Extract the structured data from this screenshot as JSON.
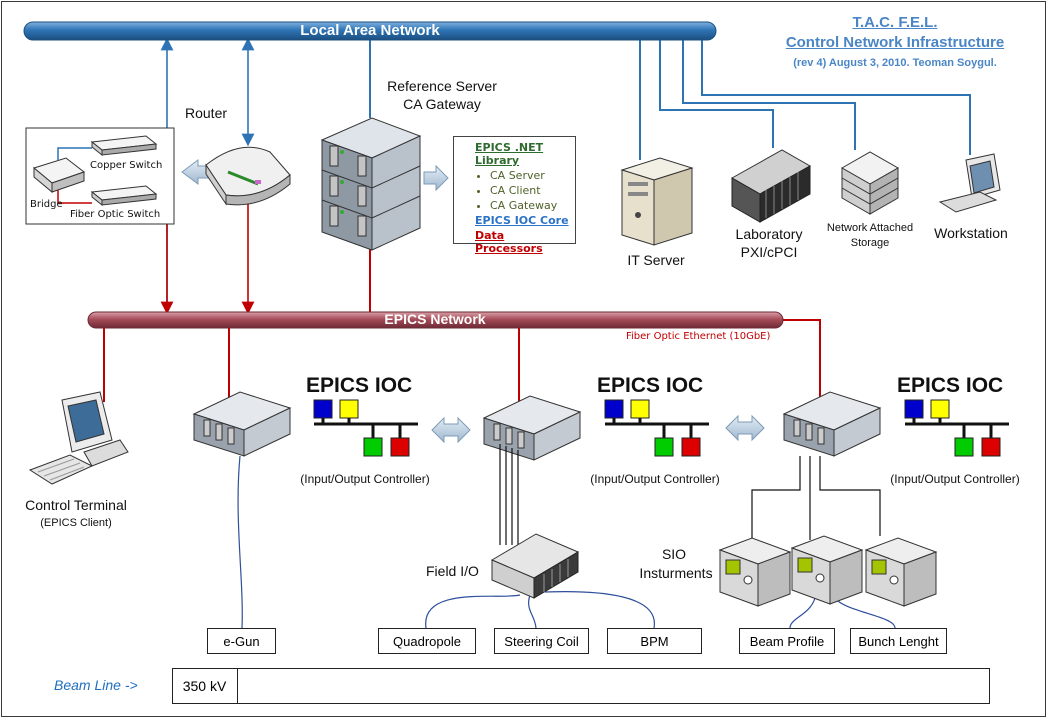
{
  "title": {
    "line1": "T.A.C. F.E.L.",
    "line2": "Control Network Infrastructure",
    "line3": "(rev 4) August 3, 2010. Teoman Soygul."
  },
  "networks": {
    "lan_label": "Local Area Network",
    "epics_label": "EPICS Network",
    "fiber_label": "Fiber Optic Ethernet (10GbE)"
  },
  "left_cluster": {
    "router_label": "Router",
    "copper_switch": "Copper Switch",
    "bridge": "Bridge",
    "fiber_switch": "Fiber Optic Switch"
  },
  "reference_server": {
    "line1": "Reference Server",
    "line2": "CA Gateway"
  },
  "library": {
    "heading": "EPICS .NET Library",
    "items": [
      "CA Server",
      "CA Client",
      "CA Gateway"
    ],
    "core": "EPICS IOC Core",
    "processors": "Data Processors"
  },
  "lan_devices": {
    "it_server": "IT Server",
    "laboratory_line1": "Laboratory",
    "laboratory_line2": "PXI/cPCI",
    "nas_line1": "Network Attached",
    "nas_line2": "Storage",
    "workstation": "Workstation"
  },
  "control_terminal": {
    "line1": "Control Terminal",
    "line2": "(EPICS Client)"
  },
  "ioc": {
    "title": "EPICS IOC",
    "subtitle": "(Input/Output Controller)"
  },
  "field_io": "Field I/O",
  "sio": {
    "line1": "SIO",
    "line2": "Insturments"
  },
  "endpoints": {
    "egun": "e-Gun",
    "quadropole": "Quadropole",
    "steering": "Steering Coil",
    "bpm": "BPM",
    "beam_profile": "Beam Profile",
    "bunch_length": "Bunch Lenght"
  },
  "beam_line": {
    "label": "Beam Line ->",
    "voltage": "350 kV"
  },
  "colors": {
    "lan_blue": "#2e74b5",
    "epics_red": "#c00000",
    "title_blue": "#4a86c6",
    "block_blue": "#0000cc",
    "block_yellow": "#ffff00",
    "block_green": "#00cc00",
    "block_red": "#dd0000"
  }
}
